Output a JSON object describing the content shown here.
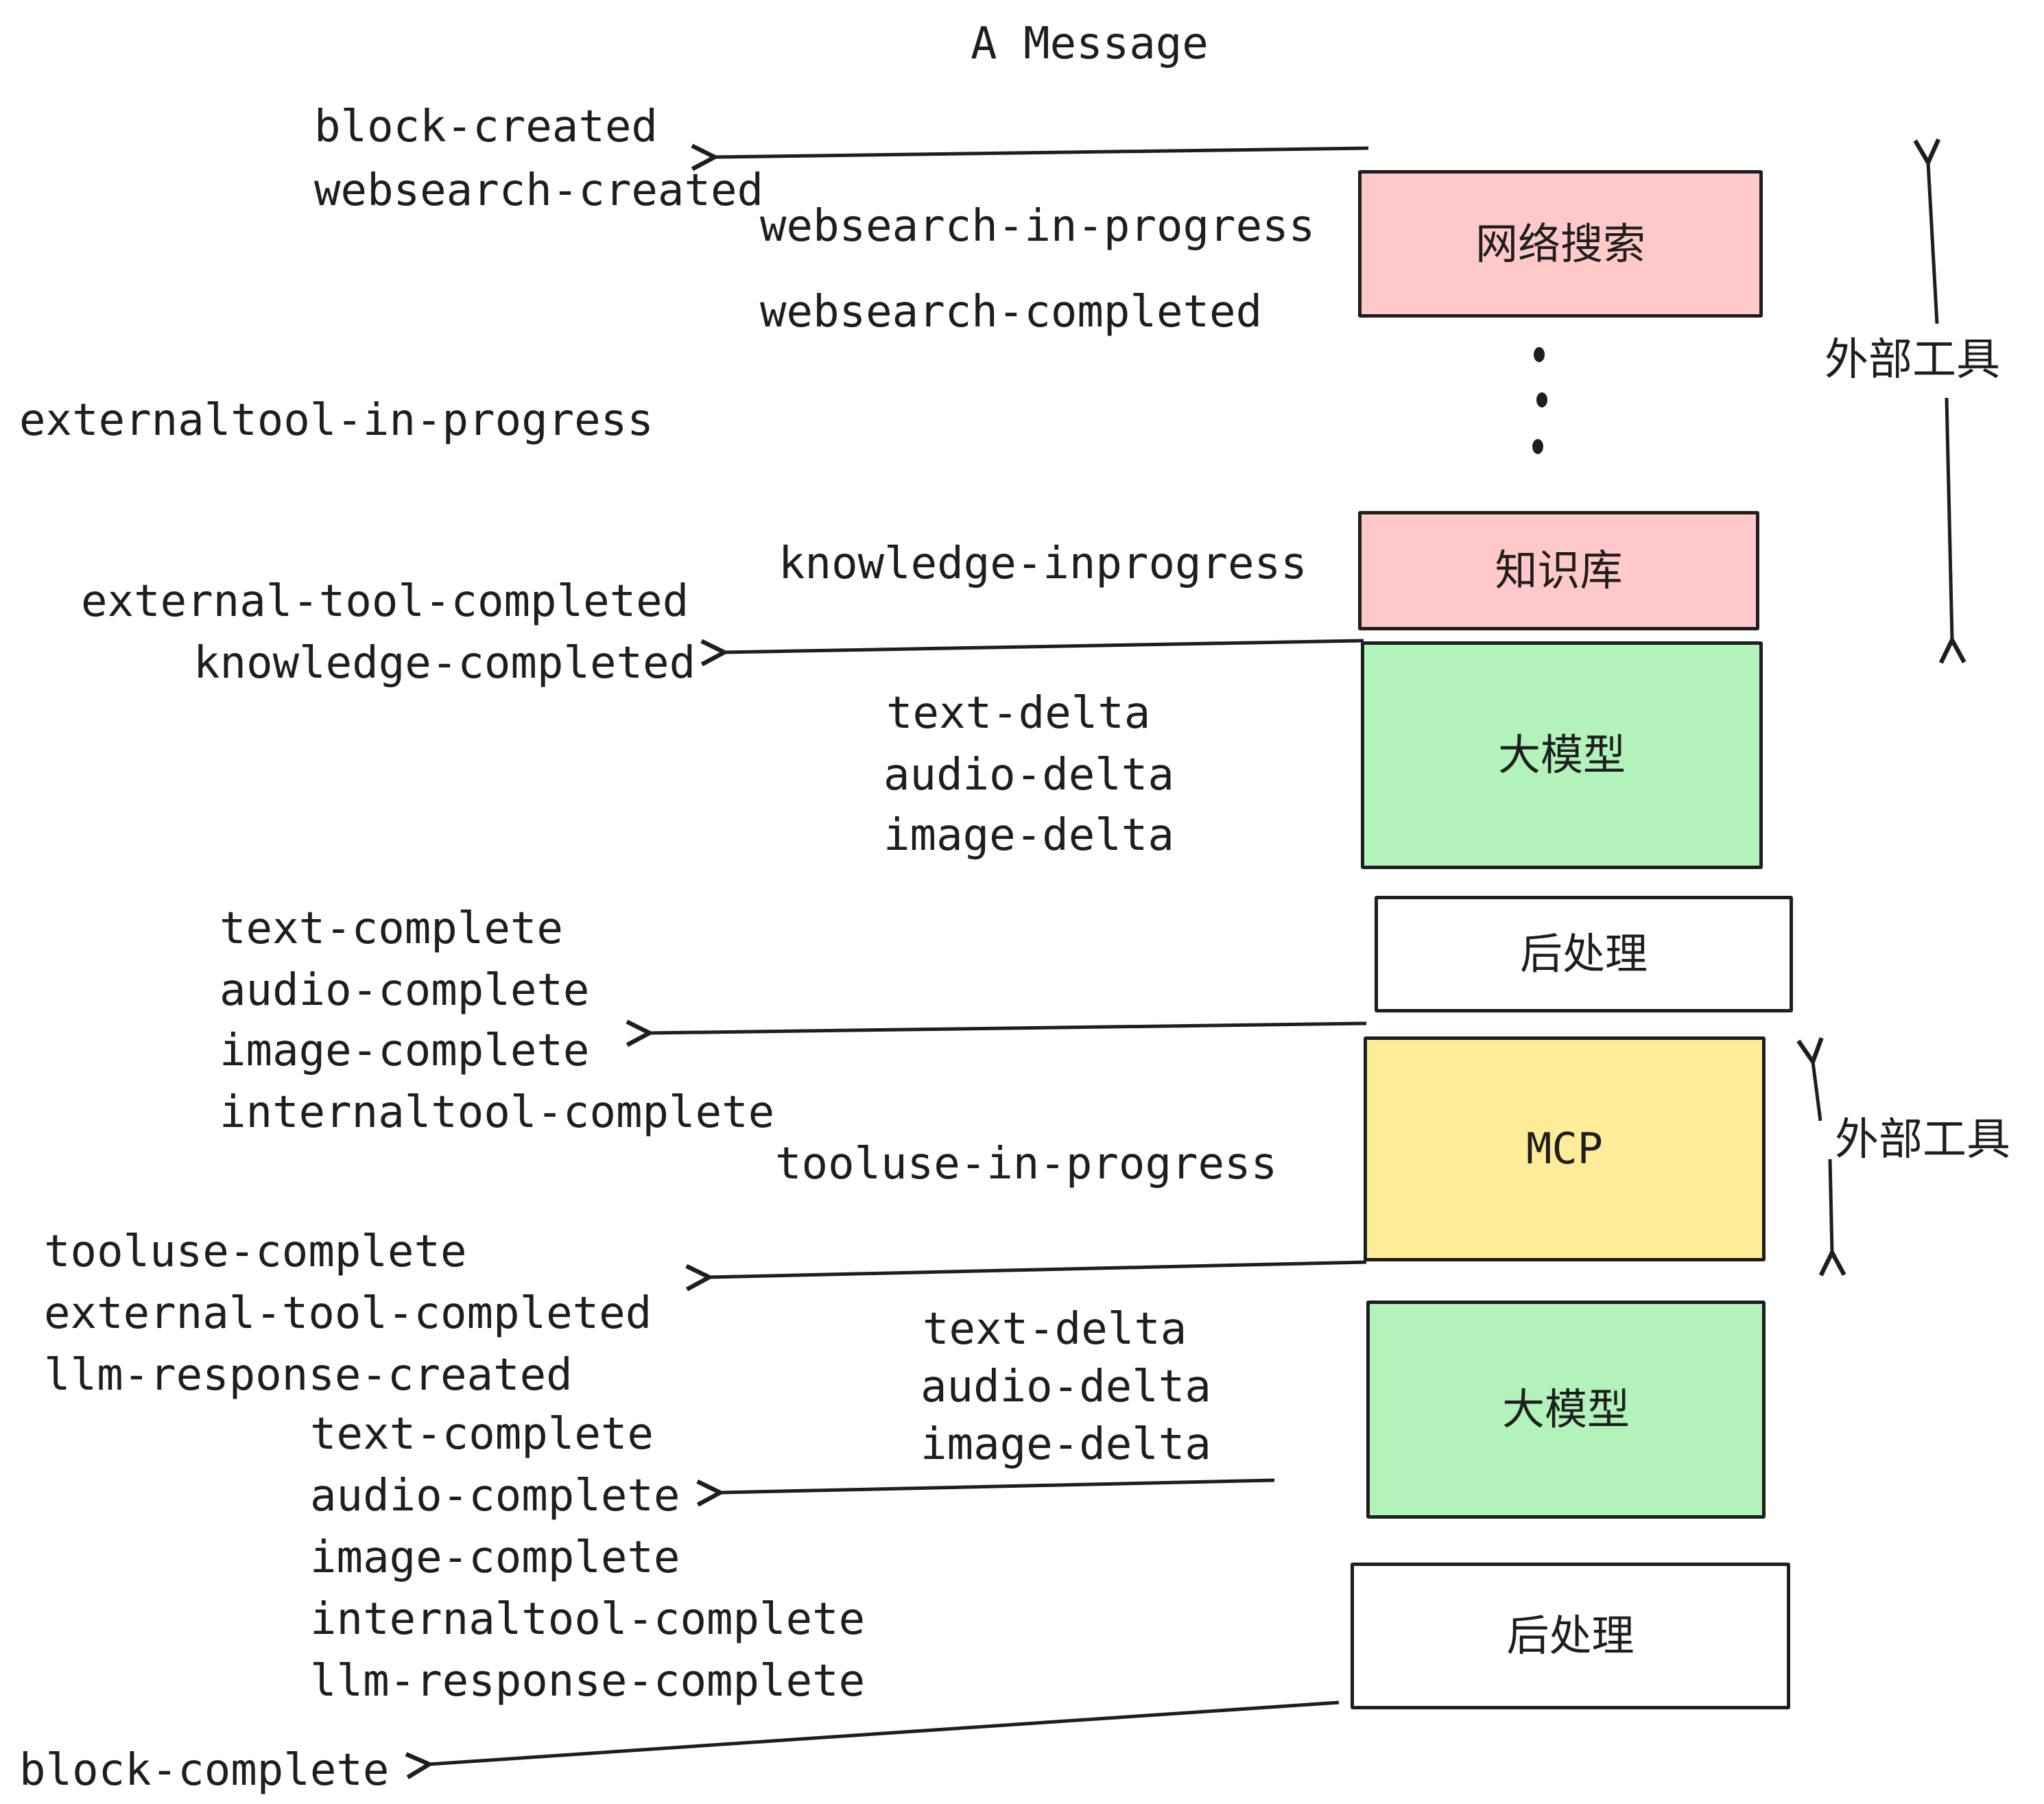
{
  "title": "A Message",
  "colors": {
    "stroke": "#1e1e1e",
    "external_tool_fill": "#ffc9c9",
    "llm_fill": "#b2f2bb",
    "mcp_fill": "#ffec99",
    "post_process_fill": "#ffffff",
    "background": "#ffffff"
  },
  "boxes": {
    "websearch": {
      "label": "网络搜索"
    },
    "knowledge": {
      "label": "知识库"
    },
    "llm_top": {
      "label": "大模型"
    },
    "post_top": {
      "label": "后处理"
    },
    "mcp": {
      "label": "MCP"
    },
    "llm_bottom": {
      "label": "大模型"
    },
    "post_bottom": {
      "label": "后处理"
    }
  },
  "events": {
    "block_created": "block-created",
    "websearch_created": "websearch-created",
    "websearch_in_progress": "websearch-in-progress",
    "websearch_completed": "websearch-completed",
    "externaltool_in_progress": "externaltool-in-progress",
    "knowledge_inprogress": "knowledge-inprogress",
    "external_tool_completed": "external-tool-completed",
    "knowledge_completed": "knowledge-completed",
    "text_delta": "text-delta",
    "audio_delta": "audio-delta",
    "image_delta": "image-delta",
    "text_complete": "text-complete",
    "audio_complete": "audio-complete",
    "image_complete": "image-complete",
    "internaltool_complete": "internaltool-complete",
    "tooluse_in_progress": "tooluse-in-progress",
    "tooluse_complete": "tooluse-complete",
    "llm_response_created": "llm-response-created",
    "llm_response_complete": "llm-response-complete",
    "block_complete": "block-complete"
  },
  "annotations": {
    "external_tools_top": "外部工具",
    "external_tools_bottom": "外部工具",
    "ellipsis_dots": "vertical-ellipsis"
  }
}
